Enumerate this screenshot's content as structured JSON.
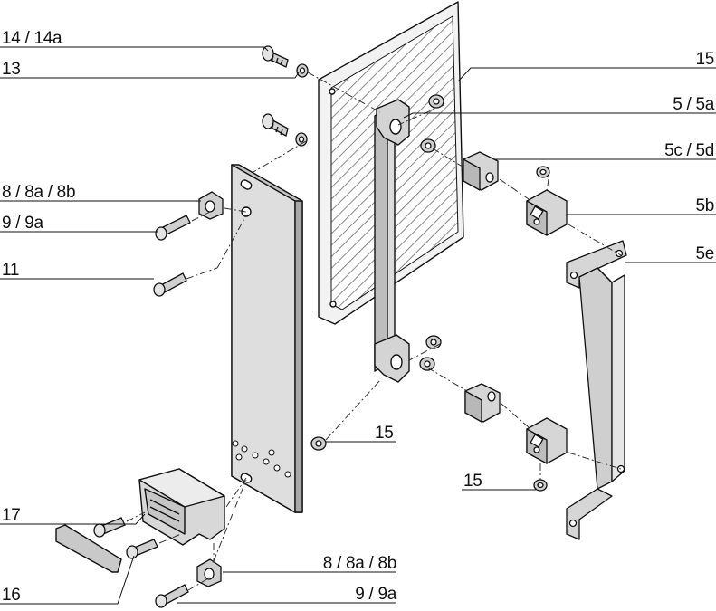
{
  "callouts": {
    "c_14_14a": "14 / 14a",
    "c_13": "13",
    "c_8_8a_8b_top": "8 / 8a / 8b",
    "c_9_9a_top": "9 / 9a",
    "c_11": "11",
    "c_17": "17",
    "c_16": "16",
    "c_15_top": "15",
    "c_5_5a": "5 / 5a",
    "c_5c_5d": "5c / 5d",
    "c_5b": "5b",
    "c_5e": "5e",
    "c_15_mid": "15",
    "c_15_low": "15",
    "c_8_8a_8b_bottom": "8 / 8a / 8b",
    "c_9_9a_bottom": "9 / 9a"
  },
  "colors": {
    "line": "#111111",
    "part_fill": "#d9d9d9",
    "part_fill_light": "#ececec",
    "part_fill_dark": "#b0b0b0",
    "hatch": "#6b6b6b",
    "background": "#ffffff"
  }
}
